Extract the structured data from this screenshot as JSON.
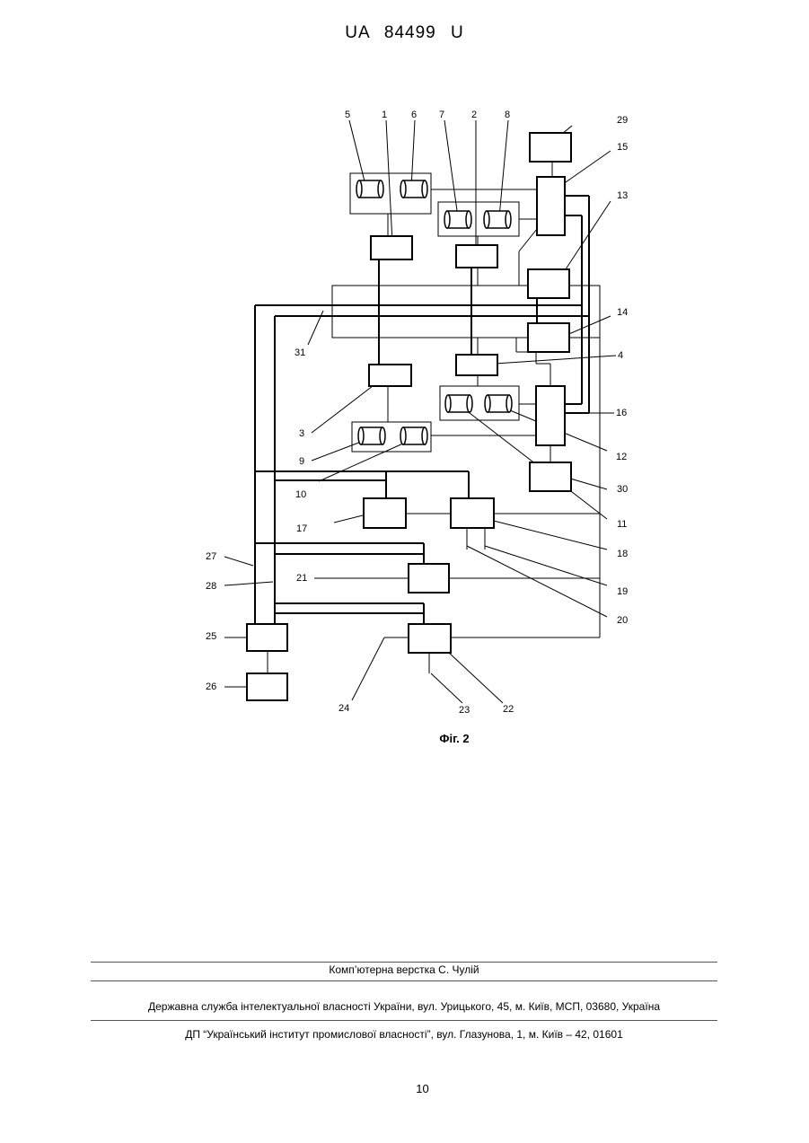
{
  "header": {
    "patent_number": "UA 84499 U"
  },
  "figure": {
    "caption": "Фіг. 2",
    "labels": {
      "l1": "1",
      "l2": "2",
      "l3": "3",
      "l4": "4",
      "l5": "5",
      "l6": "6",
      "l7": "7",
      "l8": "8",
      "l9": "9",
      "l10": "10",
      "l11": "11",
      "l12": "12",
      "l13": "13",
      "l14": "14",
      "l15": "15",
      "l16": "16",
      "l17": "17",
      "l18": "18",
      "l19": "19",
      "l20": "20",
      "l21": "21",
      "l22": "22",
      "l23": "23",
      "l24": "24",
      "l25": "25",
      "l26": "26",
      "l27": "27",
      "l28": "28",
      "l29": "29",
      "l30": "30",
      "l31": "31"
    }
  },
  "footer": {
    "layout_credit": "Комп’ютерна верстка С. Чулій",
    "agency": "Державна служба інтелектуальної власності України, вул. Урицького, 45, м. Київ, МСП, 03680, Україна",
    "institute": "ДП “Український інститут промислової власності”, вул. Глазунова, 1, м. Київ – 42, 01601"
  },
  "page_number": "10"
}
